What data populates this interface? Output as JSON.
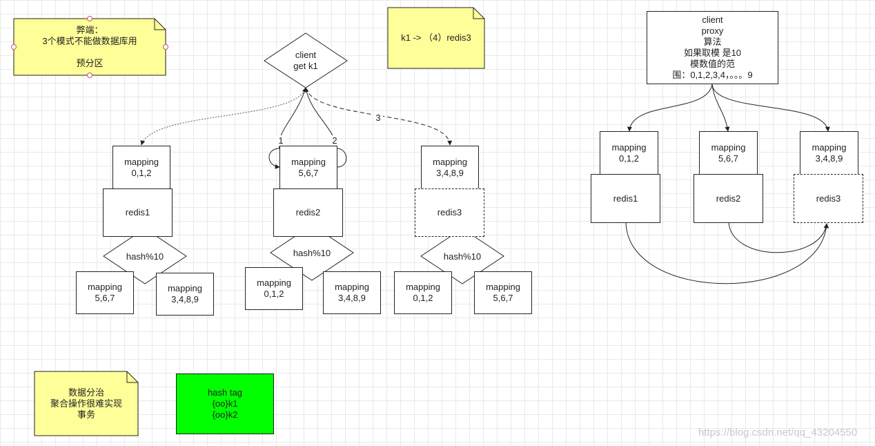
{
  "notes": {
    "drawback": "弊端：\n3个模式不能做数据库用\n\n预分区",
    "routing": "k1 ->  （4）redis3",
    "sharding": "数据分治\n聚合操作很难实现\n事务"
  },
  "hash_tag": "hash tag\n{oo}k1\n{oo}k2",
  "client_diamond": "client\nget k1",
  "edge_labels": {
    "e1": "1",
    "e2": "2",
    "e3": "3"
  },
  "left_cluster": {
    "mappings": [
      "mapping\n0,1,2",
      "mapping\n5,6,7",
      "mapping\n3,4,8,9"
    ],
    "redis": [
      "redis1",
      "redis2",
      "redis3"
    ],
    "hash": "hash%10",
    "sub_mappings": [
      [
        "mapping\n5,6,7",
        "mapping\n3,4,8,9"
      ],
      [
        "mapping\n0,1,2",
        "mapping\n3,4,8,9"
      ],
      [
        "mapping\n0,1,2",
        "mapping\n5,6,7"
      ]
    ]
  },
  "proxy": {
    "box": "client\nproxy\n算法\n如果取模 是10\n模数值的范\n围：0,1,2,3,4，。。。9",
    "mappings": [
      "mapping\n0,1,2",
      "mapping\n5,6,7",
      "mapping\n3,4,8,9"
    ],
    "redis": [
      "redis1",
      "redis2",
      "redis3"
    ]
  },
  "watermark": "https://blog.csdn.net/qq_43204550",
  "colors": {
    "note": "#ffff99",
    "hash_tag": "#00ff00",
    "stroke": "#222222"
  }
}
